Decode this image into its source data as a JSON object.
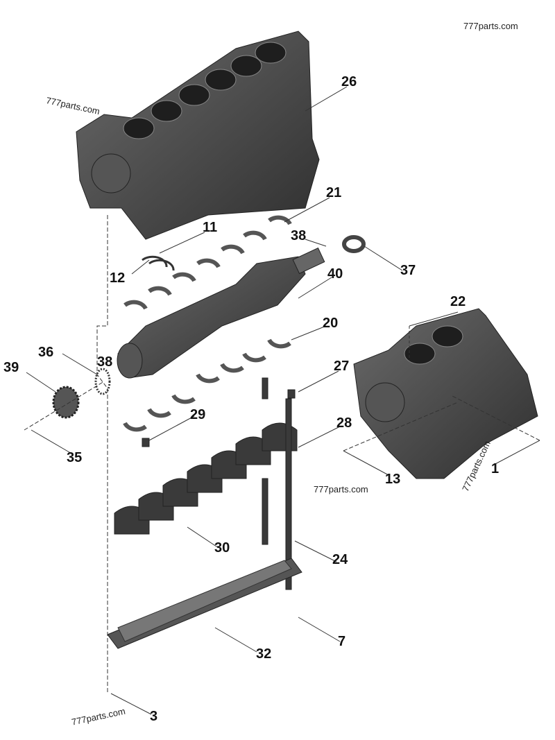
{
  "watermark": "777parts.com",
  "callouts": {
    "c26": "26",
    "c21": "21",
    "c11": "11",
    "c38a": "38",
    "c12": "12",
    "c37": "37",
    "c40": "40",
    "c22": "22",
    "c20": "20",
    "c27": "27",
    "c36": "36",
    "c38b": "38",
    "c39": "39",
    "c29": "29",
    "c28": "28",
    "c35": "35",
    "c13": "13",
    "c1": "1",
    "c30": "30",
    "c24": "24",
    "c7": "7",
    "c32": "32",
    "c3": "3"
  },
  "colors": {
    "part": "#4a4a4a",
    "part_light": "#7a7a7a",
    "line": "#333333"
  }
}
